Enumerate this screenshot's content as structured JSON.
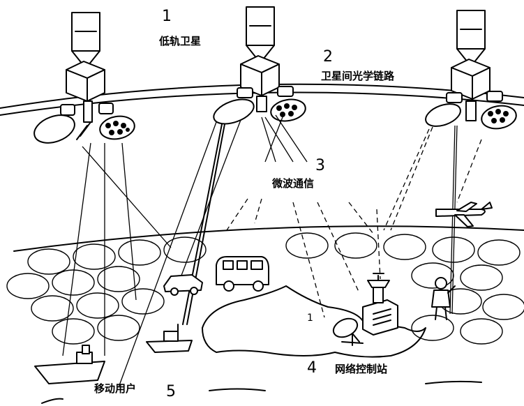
{
  "labels": {
    "leo": {
      "num": "1",
      "text": "低轨卫星"
    },
    "optical": {
      "num": "2",
      "text": "卫星间光学链路"
    },
    "microwave": {
      "num": "3",
      "text": "微波通信"
    },
    "control": {
      "num": "4",
      "text": "网络控制站"
    },
    "mobile": {
      "num": "5",
      "text": "移动用户"
    }
  },
  "ground_mark": "1"
}
